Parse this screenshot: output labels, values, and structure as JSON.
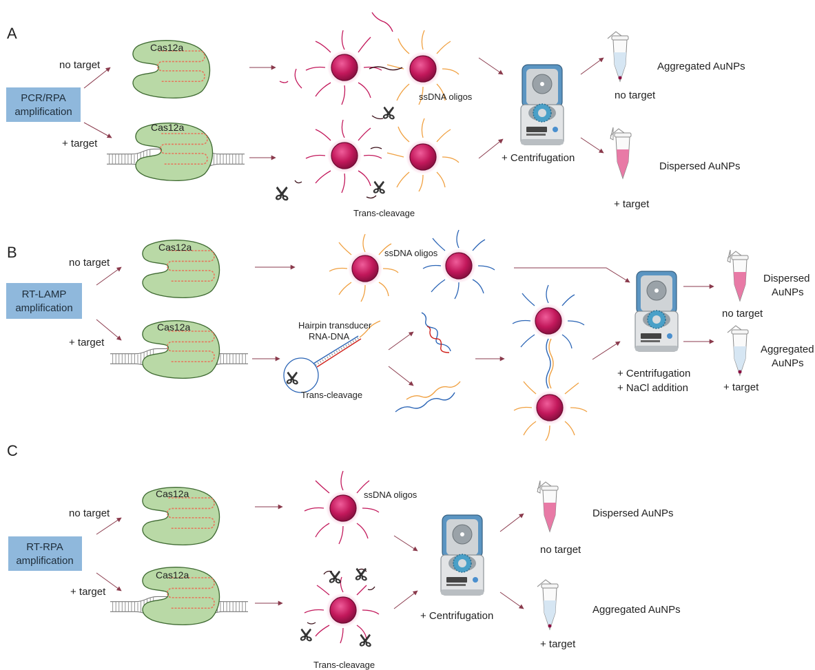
{
  "panels": {
    "A": {
      "letter": "A",
      "amplification": [
        "PCR/RPA",
        "amplification"
      ],
      "no_target": "no target",
      "plus_target": "+ target",
      "enzyme_top": "Cas12a",
      "enzyme_bottom": "Cas12a",
      "ssdna": "ssDNA oligos",
      "trans_cleavage": "Trans-cleavage",
      "centrifugation": "+ Centrifugation",
      "result_top": "Aggregated AuNPs",
      "result_top_cond": "no target",
      "result_bottom": "Dispersed AuNPs",
      "result_bottom_cond": "+ target"
    },
    "B": {
      "letter": "B",
      "amplification": [
        "RT-LAMP",
        "amplification"
      ],
      "no_target": "no target",
      "plus_target": "+ target",
      "enzyme_top": "Cas12a",
      "enzyme_bottom": "Cas12a",
      "ssdna": "ssDNA oligos",
      "hairpin": [
        "Hairpin transducer",
        "RNA-DNA"
      ],
      "trans_cleavage": "Trans-cleavage",
      "centrifugation": [
        "+ Centrifugation",
        "+ NaCl addition"
      ],
      "result_top": [
        "Dispersed",
        "AuNPs"
      ],
      "result_top_cond": "no target",
      "result_bottom": [
        "Aggregated",
        "AuNPs"
      ],
      "result_bottom_cond": "+ target"
    },
    "C": {
      "letter": "C",
      "amplification": [
        "RT-RPA",
        "amplification"
      ],
      "no_target": "no target",
      "plus_target": "+ target",
      "enzyme_top": "Cas12a",
      "enzyme_bottom": "Cas12a",
      "ssdna": "ssDNA oligos",
      "trans_cleavage": "Trans-cleavage",
      "centrifugation": "+ Centrifugation",
      "result_top": "Dispersed AuNPs",
      "result_top_cond": "no target",
      "result_bottom": "Aggregated AuNPs",
      "result_bottom_cond": "+ target"
    }
  },
  "colors": {
    "amplification_box": "#8fb8dc",
    "cas12a": "#b9d9a6",
    "cas12a_outline": "#3f6a32",
    "crRNA": "#e8735a",
    "aunp": "#c2185b",
    "aunp_glow": "#f6c6dc",
    "oligo_magenta": "#c2185b",
    "oligo_orange": "#f0a040",
    "oligo_blue": "#2a64b5",
    "oligo_red": "#d0201a",
    "arrow": "#8a3a4c",
    "tube_pink": "#e87aa6",
    "tube_clear": "#d6e6f3"
  },
  "icons": {
    "centrifuge": "centrifuge-icon",
    "tube": "microtube-icon",
    "scissors": "scissors-icon",
    "nanoparticle": "gold-nanoparticle-icon",
    "enzyme": "cas12a-enzyme-icon"
  }
}
